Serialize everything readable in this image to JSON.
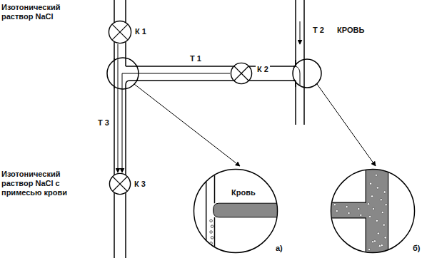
{
  "diagram": {
    "nodes": [
      {
        "text": [
          "К 1"
        ]
      },
      {
        "text": [
          "К 2"
        ]
      },
      {
        "text": [
          "К 3"
        ]
      },
      {
        "text": [
          "Кровь",
          "а)"
        ]
      },
      {
        "text": [
          "б)"
        ]
      }
    ],
    "edges": [
      {
        "from": 0,
        "to": 2,
        "arrow": "to"
      },
      {
        "from": 1,
        "to": 2,
        "arrow": "to"
      }
    ],
    "labels": [
      "Изотонический раствор NaCl",
      "Т 2",
      "КРОВЬ",
      "Т 1",
      "Т 3",
      "Изотонический раствор NaCl с примесью крови"
    ]
  }
}
